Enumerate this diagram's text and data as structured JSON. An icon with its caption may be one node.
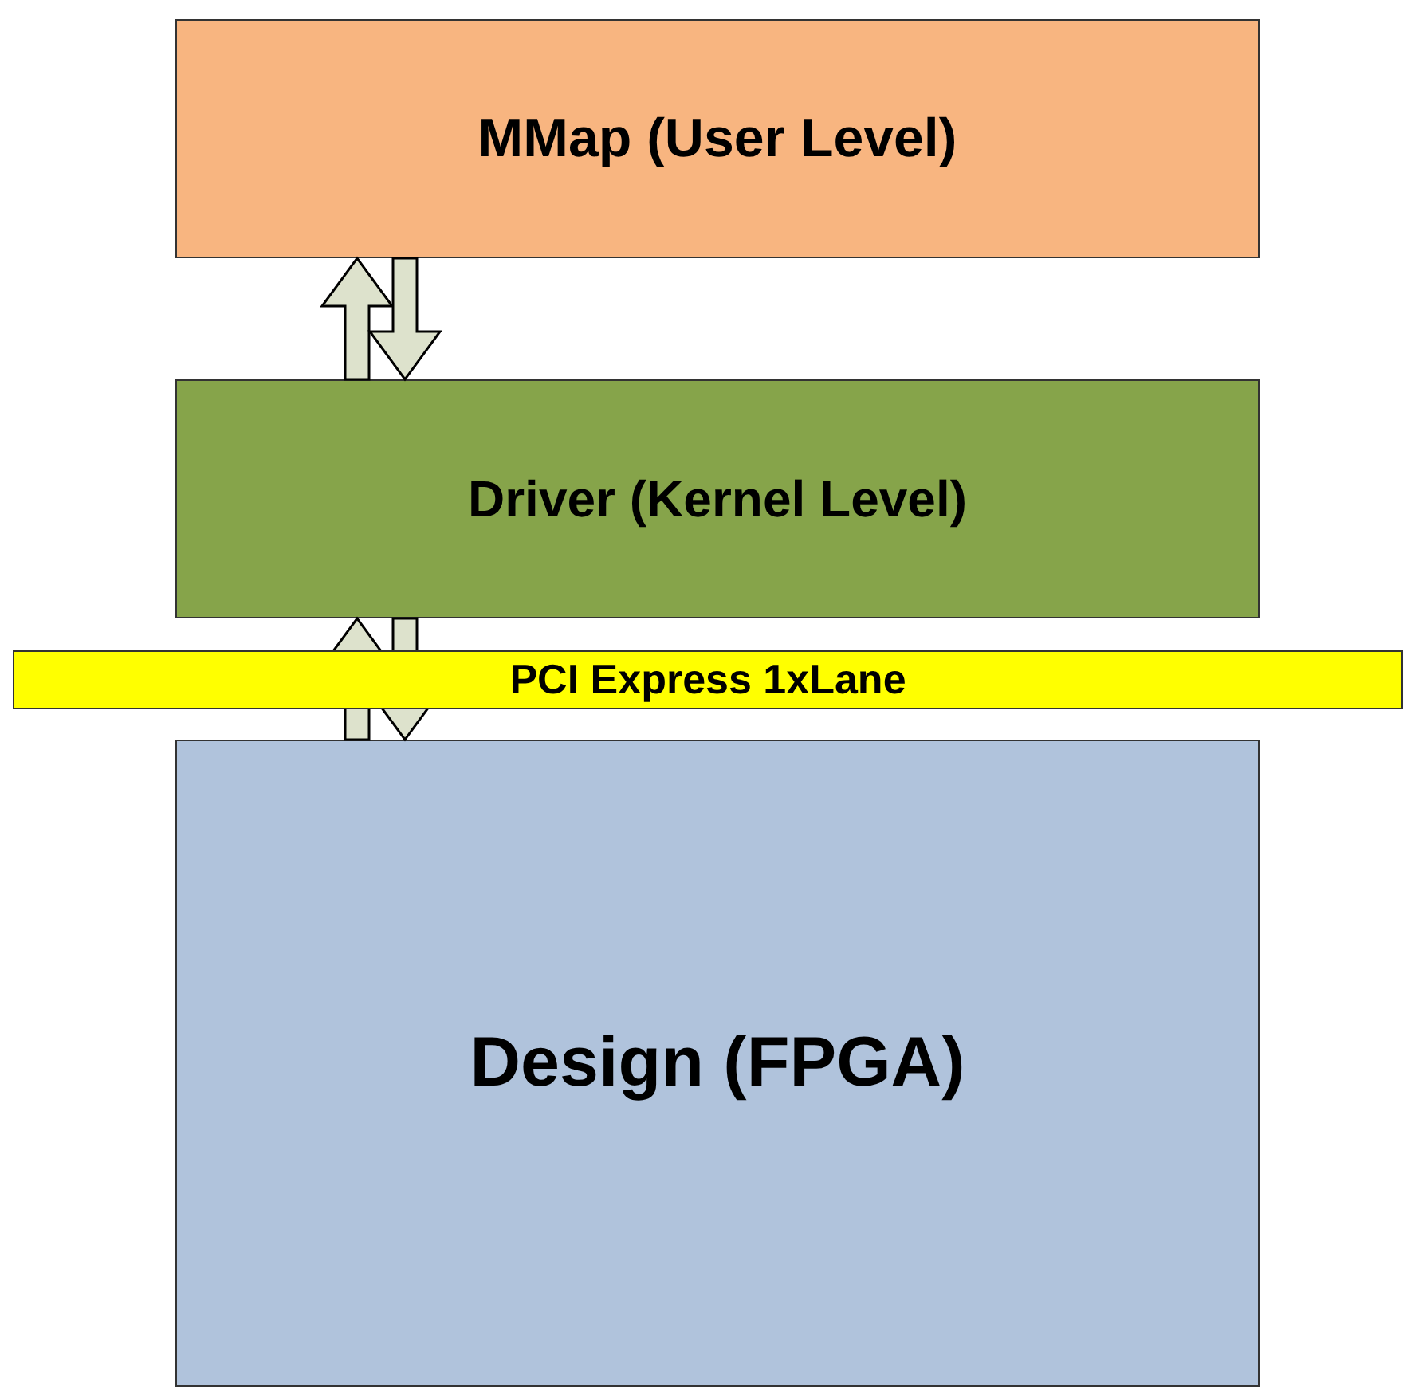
{
  "diagram": {
    "nodes": [
      {
        "text": [
          "MMap (User Level)"
        ]
      },
      {
        "text": [
          "Driver (Kernel Level)"
        ]
      },
      {
        "text": [
          "PCI Express 1xLane"
        ]
      },
      {
        "text": [
          "Design (FPGA)"
        ]
      }
    ],
    "edges": [
      {
        "from": 1,
        "to": 0,
        "arrow": "to"
      },
      {
        "from": 0,
        "to": 1,
        "arrow": "to"
      },
      {
        "from": 3,
        "to": 1,
        "arrow": "to"
      },
      {
        "from": 1,
        "to": 3,
        "arrow": "to"
      }
    ]
  }
}
